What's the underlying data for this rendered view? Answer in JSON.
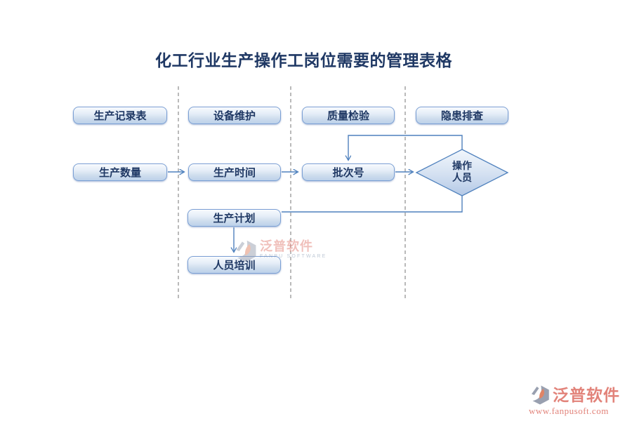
{
  "title": "化工行业生产操作工岗位需要的管理表格",
  "nodes": {
    "production_record": "生产记录表",
    "equipment_maintenance": "设备维护",
    "quality_inspection": "质量检验",
    "hazard_inspection": "隐患排查",
    "production_quantity": "生产数量",
    "production_time": "生产时间",
    "batch_number": "批次号",
    "operator": {
      "line1": "操作",
      "line2": "人员"
    },
    "production_plan": "生产计划",
    "personnel_training": "人员培训"
  },
  "watermarks": {
    "center": {
      "brand": "泛普软件",
      "subtitle": "FANPU SOFTWARE"
    },
    "corner": {
      "brand": "泛普软件",
      "url": "www.fanpusoft.com"
    }
  },
  "colors": {
    "title_text": "#1F3864",
    "node_text": "#1F3864",
    "node_border": "#7A9FD4",
    "connector": "#4F81BD",
    "dashed_line": "#8C8C8C",
    "watermark_salmon": "#E2837A",
    "watermark_gray": "#99A0B0",
    "watermark_orange": "#E08466"
  }
}
